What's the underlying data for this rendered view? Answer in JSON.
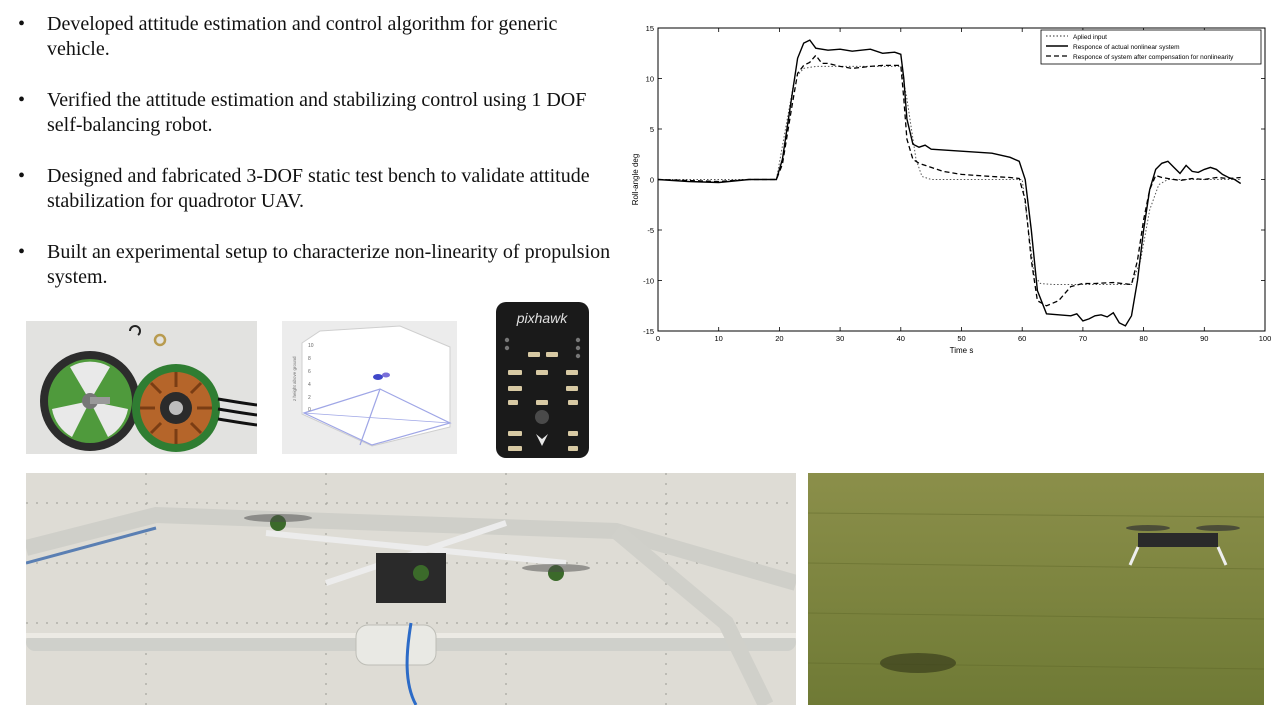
{
  "bullets": [
    {
      "text": "Developed attitude estimation and control algorithm for generic vehicle."
    },
    {
      "text": "Verified the attitude estimation and stabilizing control using 1 DOF self-balancing robot."
    },
    {
      "text": "Designed and fabricated 3-DOF static test bench to validate attitude stabilization for quadrotor UAV."
    },
    {
      "text": "Built an experimental setup to characterize non-linearity of propulsion system."
    }
  ],
  "bullet_symbol": "•",
  "images": {
    "motor": {
      "icon": "brushless-motor-photo"
    },
    "plot3d": {
      "icon": "3d-simulation-plot",
      "axis_label": "z height above ground",
      "zticks": [
        "10",
        "8",
        "6",
        "4",
        "2",
        "0"
      ]
    },
    "pixhawk": {
      "icon": "pixhawk-flight-controller",
      "brand": "pixhawk"
    },
    "test_bench": {
      "icon": "quadrotor-on-3dof-test-bench-photo"
    },
    "field": {
      "icon": "quadrotor-flying-over-grass-photo"
    }
  },
  "chart_data": {
    "type": "line",
    "title": "",
    "xlabel": "Time s",
    "ylabel": "Roll-angle deg",
    "xlim": [
      0,
      100
    ],
    "ylim": [
      -15,
      15
    ],
    "xticks": [
      0,
      10,
      20,
      30,
      40,
      50,
      60,
      70,
      80,
      90,
      100
    ],
    "yticks": [
      15,
      10,
      5,
      0,
      -5,
      -10,
      -15
    ],
    "legend_position": "top-right",
    "grid": false,
    "series": [
      {
        "name": "Aplied input",
        "style": "dotted",
        "x": [
          0,
          19.5,
          21,
          22.5,
          24,
          26,
          30,
          35,
          40,
          41,
          42.5,
          43.5,
          45,
          50,
          55,
          60,
          60.8,
          62,
          63,
          65,
          70,
          75,
          78,
          79.5,
          81,
          82.5,
          84,
          90,
          96
        ],
        "y": [
          0,
          0,
          5,
          10,
          11,
          11.2,
          11.2,
          11.2,
          11.2,
          8,
          2,
          0.3,
          0,
          0,
          0,
          0,
          -4,
          -9.5,
          -10.3,
          -10.4,
          -10.4,
          -10.4,
          -10.4,
          -8,
          -3,
          -0.5,
          0,
          0,
          0
        ]
      },
      {
        "name": "Responce of actual nonlinear system",
        "style": "solid",
        "x": [
          0,
          5,
          10,
          15,
          19.5,
          20.5,
          22,
          23,
          24,
          25,
          26,
          28,
          30,
          32,
          35,
          37,
          39,
          40,
          40.5,
          41,
          42,
          43,
          44,
          45,
          50,
          55,
          58,
          59.5,
          60.5,
          61.5,
          62.5,
          64,
          66,
          68,
          69,
          70,
          71,
          72,
          73,
          74,
          75,
          76,
          77,
          78,
          79,
          80,
          81,
          82,
          83,
          84,
          85,
          86,
          87,
          88,
          89,
          90,
          91,
          92,
          93,
          94,
          95,
          96
        ],
        "y": [
          0,
          -0.2,
          -0.3,
          0,
          0,
          2,
          8,
          12,
          13.5,
          13.8,
          13,
          12.8,
          12.9,
          12.7,
          12.9,
          12.5,
          12.6,
          12.4,
          10,
          6,
          3.5,
          3.2,
          3.4,
          3,
          2.8,
          2.6,
          2.2,
          1.8,
          0,
          -5,
          -11,
          -13.3,
          -13.4,
          -13.5,
          -13.3,
          -14,
          -13.8,
          -13.5,
          -13.4,
          -13.6,
          -13.2,
          -14.2,
          -14.5,
          -13.5,
          -10,
          -5,
          -1,
          1,
          1.6,
          1.8,
          1.2,
          0.6,
          1.4,
          0.8,
          0.7,
          1.0,
          1.2,
          1.0,
          0.5,
          0.2,
          0.0,
          -0.4
        ]
      },
      {
        "name": "Responce of system after compensation for nonlinearity",
        "style": "dashed",
        "x": [
          0,
          5,
          10,
          15,
          19.5,
          20.5,
          22,
          23,
          24,
          25,
          26,
          27,
          28,
          30,
          32,
          35,
          37,
          40,
          40.5,
          41,
          42,
          43,
          45,
          47,
          50,
          55,
          58,
          59.5,
          60.5,
          61.5,
          62.5,
          64,
          66,
          68,
          70,
          72,
          75,
          78,
          79,
          80,
          81,
          82,
          83,
          84,
          86,
          88,
          90,
          92,
          94,
          96
        ],
        "y": [
          0,
          -0.1,
          -0.2,
          0,
          0,
          1.5,
          7,
          10.5,
          11.3,
          11.6,
          12.3,
          11.5,
          11.5,
          11.2,
          11.0,
          11.2,
          11.3,
          11.3,
          8,
          4,
          2,
          1.6,
          1.2,
          0.8,
          0.5,
          0.3,
          0.2,
          0.1,
          -2,
          -8,
          -12,
          -12.5,
          -12.0,
          -10.6,
          -10.3,
          -10.3,
          -10.2,
          -10.4,
          -8,
          -4,
          -1,
          0.4,
          0.2,
          0.1,
          -0.1,
          0.1,
          0.0,
          0.2,
          0.1,
          0.2
        ]
      }
    ]
  }
}
